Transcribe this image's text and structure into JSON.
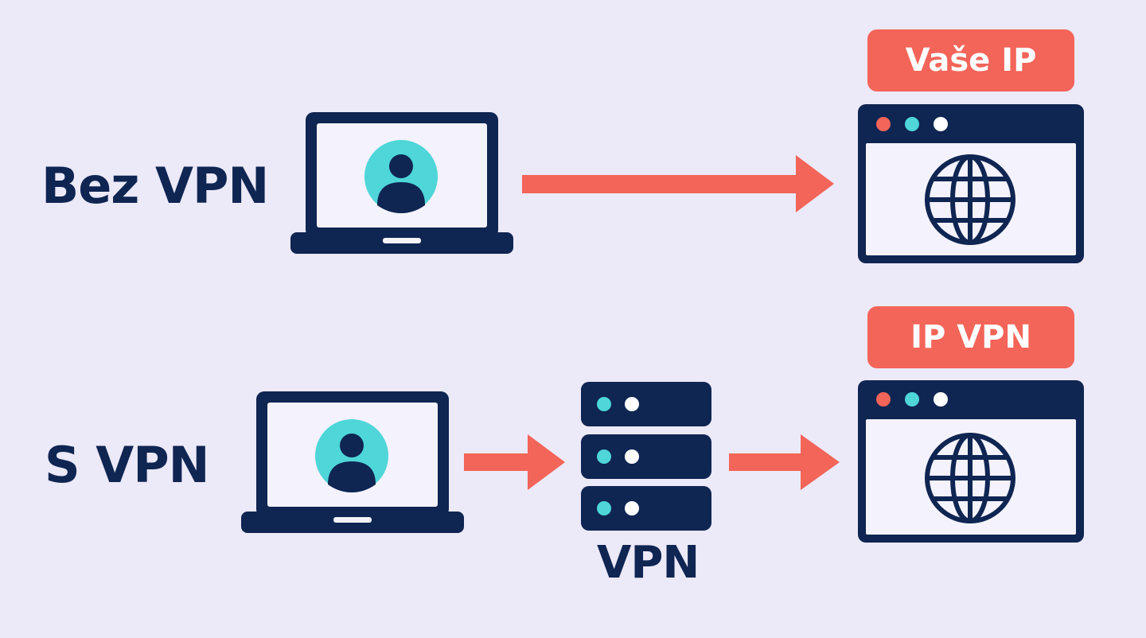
{
  "rows": {
    "without_vpn": {
      "label": "Bez VPN",
      "badge": "Vaše IP"
    },
    "with_vpn": {
      "label": "S VPN",
      "badge": "IP VPN",
      "server_label": "VPN"
    }
  },
  "icons": {
    "laptop": "laptop-user-icon",
    "server": "server-stack-icon",
    "browser": "browser-globe-icon",
    "arrow": "arrow-right-icon"
  },
  "colors": {
    "background": "#ECE9F8",
    "navy": "#0F2552",
    "accent_red": "#F36459",
    "teal": "#4ED6D8",
    "screen": "#F4F2FC",
    "white": "#FFFFFF"
  }
}
